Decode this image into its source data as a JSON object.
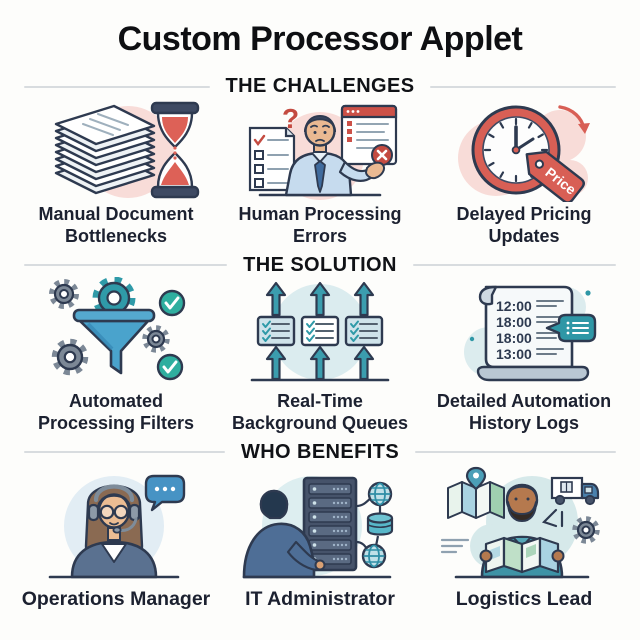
{
  "title": "Custom Processor Applet",
  "sections": [
    {
      "heading": "THE CHALLENGES",
      "items": [
        {
          "icon": "document-stack-hourglass",
          "label": [
            "Manual Document",
            "Bottlenecks"
          ]
        },
        {
          "icon": "confused-worker-error",
          "label": [
            "Human Processing",
            "Errors"
          ]
        },
        {
          "icon": "clock-price-tag",
          "label": [
            "Delayed Pricing",
            "Updates"
          ]
        }
      ]
    },
    {
      "heading": "THE SOLUTION",
      "items": [
        {
          "icon": "funnel-gears",
          "label": [
            "Automated",
            "Processing Filters"
          ]
        },
        {
          "icon": "queue-arrows",
          "label": [
            "Real-Time",
            "Background Queues"
          ]
        },
        {
          "icon": "history-scroll",
          "label": [
            "Detailed Automation",
            "History Logs"
          ]
        }
      ]
    },
    {
      "heading": "WHO BENEFITS",
      "items": [
        {
          "icon": "operations-manager",
          "label": [
            "Operations Manager"
          ]
        },
        {
          "icon": "it-administrator",
          "label": [
            "IT Administrator"
          ]
        },
        {
          "icon": "logistics-lead",
          "label": [
            "Logistics Lead"
          ]
        }
      ]
    }
  ],
  "icon_text": {
    "question_mark": "?",
    "price_tag": "Price",
    "log_times": [
      "12:00",
      "18:00",
      "18:00",
      "13:00"
    ]
  },
  "colors": {
    "accent_red": "#d85f55",
    "accent_teal": "#2f9aa8",
    "accent_blue": "#4aa3cc",
    "outline_navy": "#2e3a50",
    "pink_bg": "#f8dcd8",
    "teal_bg": "#dcedf0",
    "blue_bg": "#e2edf4"
  }
}
